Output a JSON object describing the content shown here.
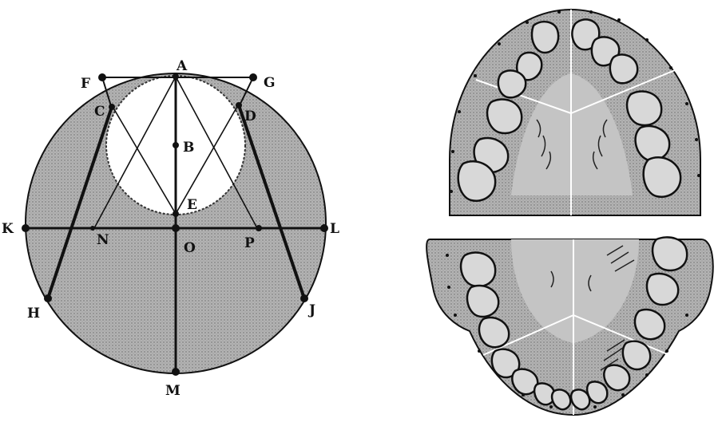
{
  "diagram": {
    "point_labels": {
      "A": "A",
      "B": "B",
      "C": "C",
      "D": "D",
      "E": "E",
      "F": "F",
      "G": "G",
      "H": "H",
      "J": "J",
      "K": "K",
      "L": "L",
      "M": "M",
      "N": "N",
      "O": "O",
      "P": "P"
    }
  },
  "illustrations": {
    "upper_arch": "maxillary arch cast",
    "lower_arch": "mandibular arch cast"
  },
  "colors": {
    "stipple_fill": "#a9a9a9",
    "ink": "#111111",
    "white": "#ffffff"
  }
}
